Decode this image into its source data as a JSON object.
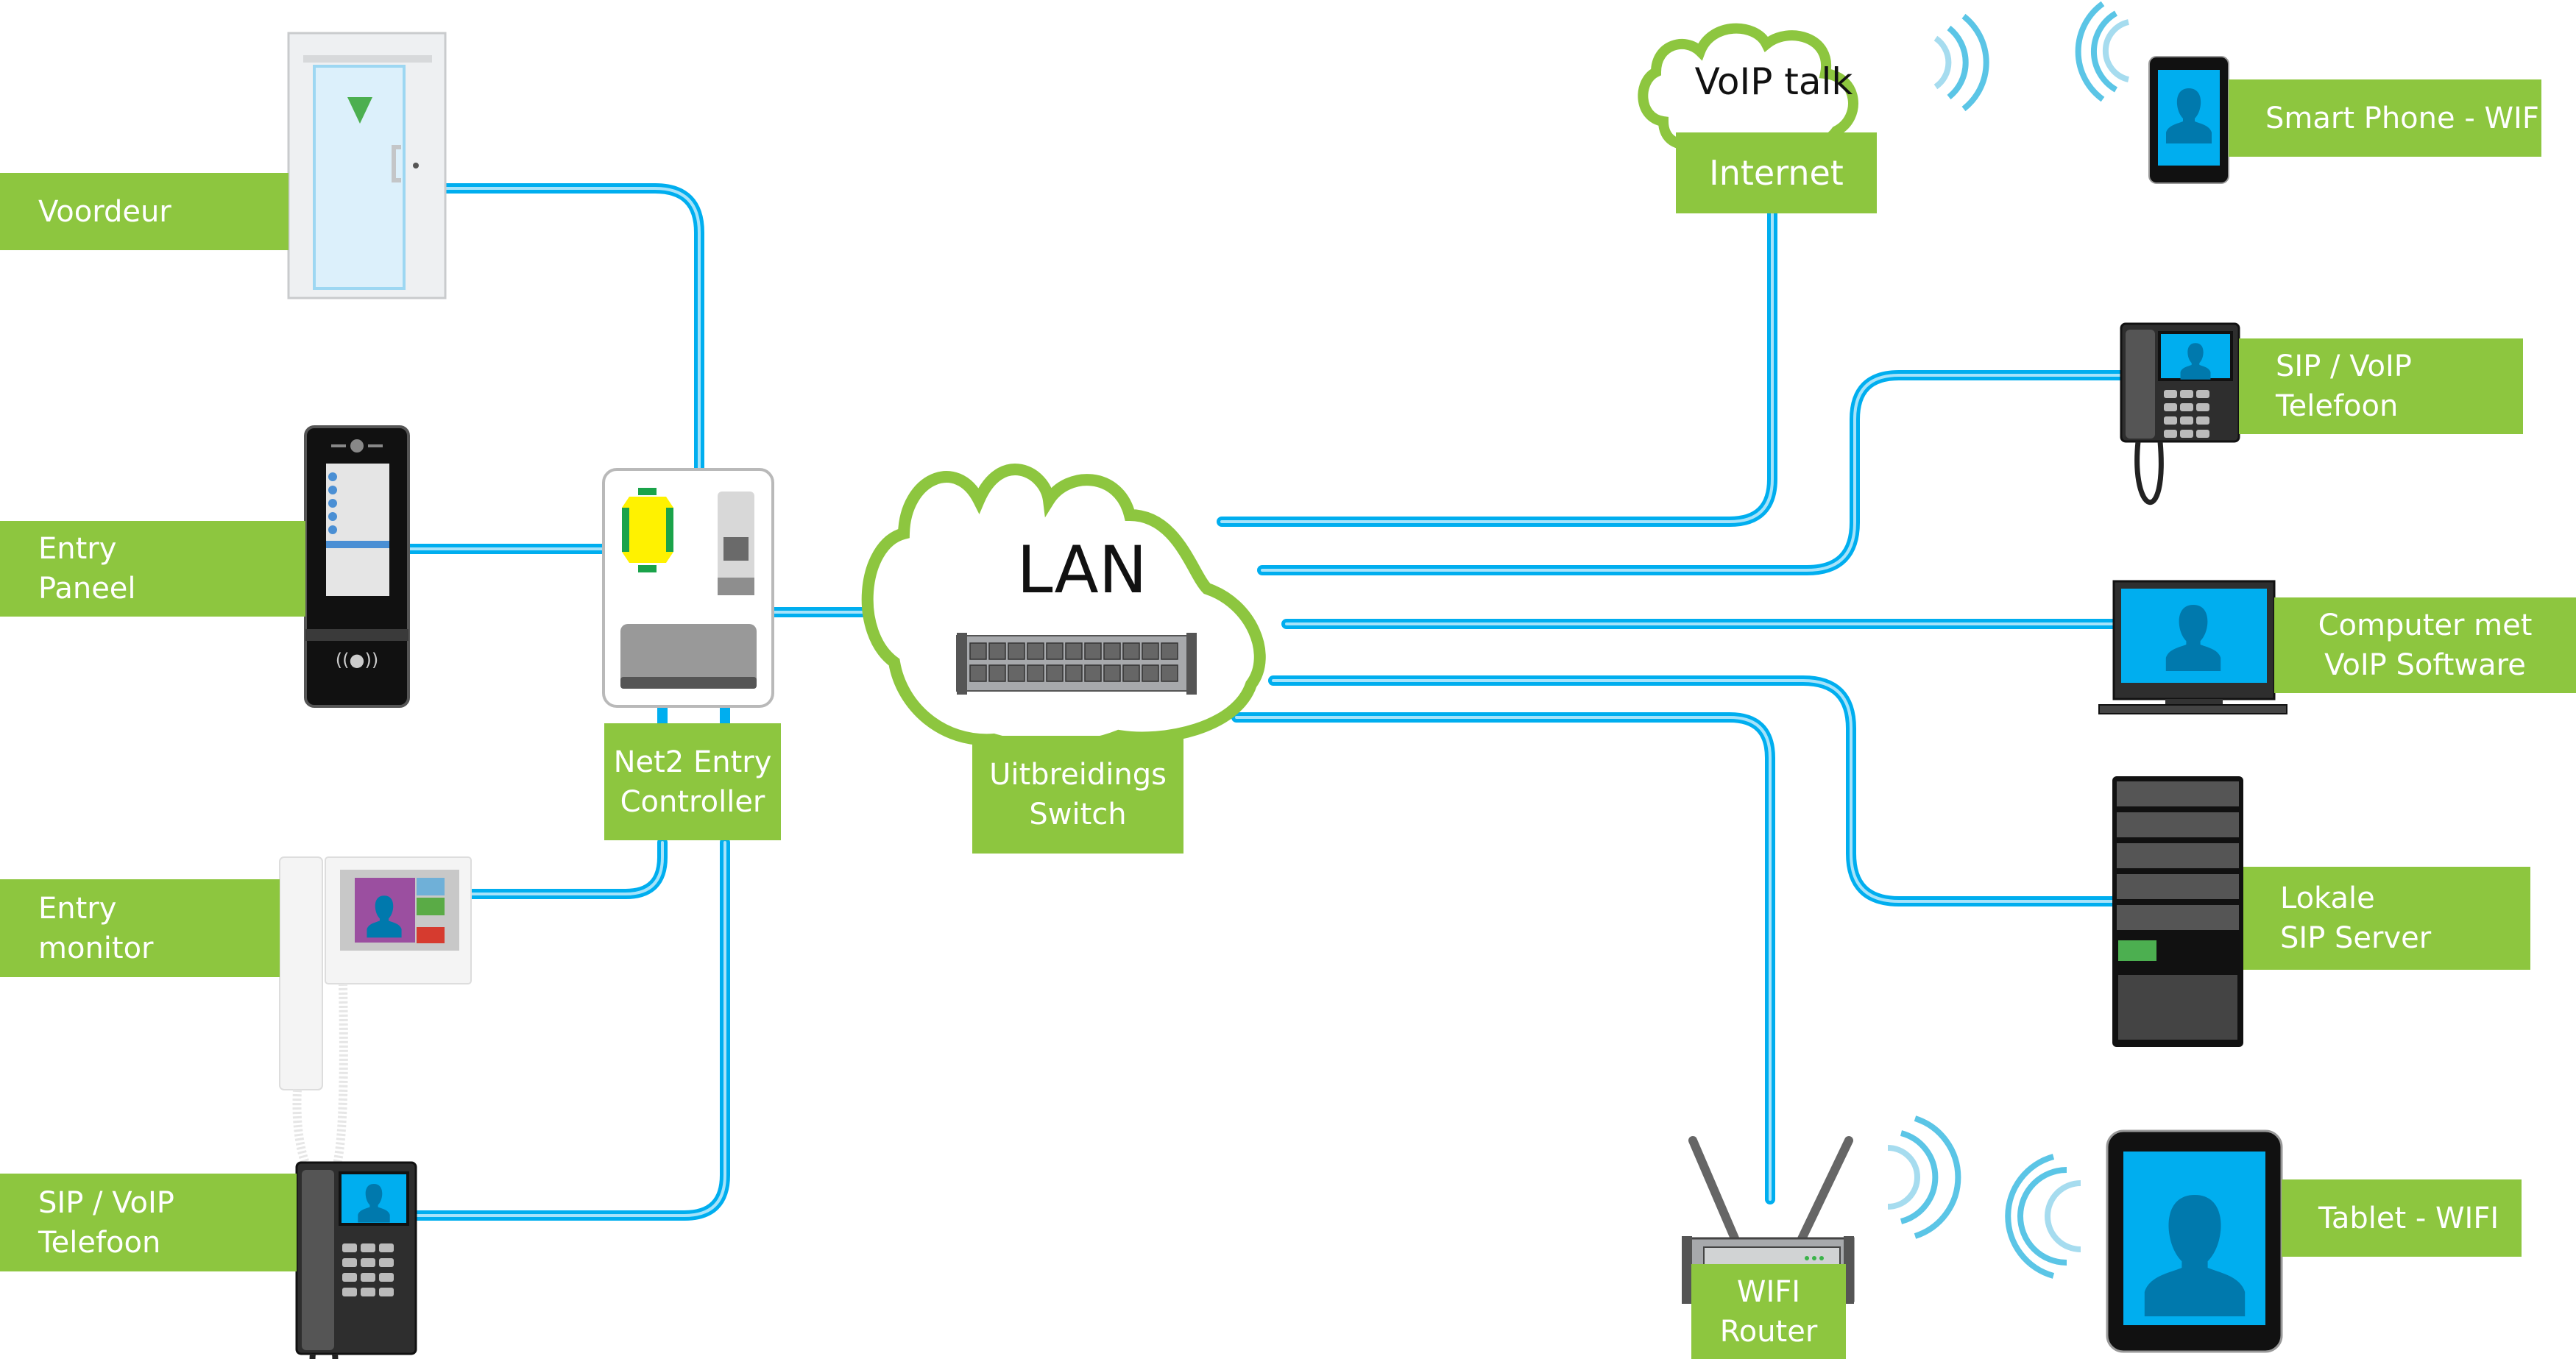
{
  "diagram": {
    "title": "Net2 Entry VoIP network",
    "colors": {
      "label_green": "#8dc63f",
      "cable_blue": "#00aeef",
      "cable_highlight": "#a6e3fa",
      "wifi_wave": "#5bc5e6"
    },
    "hubs": {
      "controller": {
        "line1": "Net2 Entry",
        "line2": "Controller"
      },
      "lan": {
        "cloud_text": "LAN",
        "line1": "Uitbreidings",
        "line2": "Switch"
      },
      "internet": {
        "cloud_text": "VoIP talk",
        "label": "Internet"
      },
      "router": {
        "line1": "WIFI",
        "line2": "Router"
      }
    },
    "left_devices": [
      {
        "id": "door",
        "line1": "Voordeur",
        "line2": ""
      },
      {
        "id": "entry-panel",
        "line1": "Entry",
        "line2": "Paneel"
      },
      {
        "id": "entry-monitor",
        "line1": "Entry",
        "line2": "monitor"
      },
      {
        "id": "sip-phone-left",
        "line1": "SIP / VoIP",
        "line2": "Telefoon"
      }
    ],
    "right_devices": [
      {
        "id": "smartphone",
        "line1": "Smart Phone - WIFI",
        "line2": ""
      },
      {
        "id": "sip-phone-right",
        "line1": "SIP / VoIP",
        "line2": "Telefoon"
      },
      {
        "id": "computer",
        "line1": "Computer met",
        "line2": "VoIP Software"
      },
      {
        "id": "sip-server",
        "line1": "Lokale",
        "line2": "SIP Server"
      },
      {
        "id": "tablet",
        "line1": "Tablet - WIFI",
        "line2": ""
      }
    ],
    "connections": [
      {
        "from": "Voordeur",
        "to": "Net2 Entry Controller",
        "type": "cable"
      },
      {
        "from": "Entry Paneel",
        "to": "Net2 Entry Controller",
        "type": "cable"
      },
      {
        "from": "Entry monitor",
        "to": "Net2 Entry Controller",
        "type": "cable"
      },
      {
        "from": "SIP / VoIP Telefoon",
        "to": "Net2 Entry Controller",
        "type": "cable"
      },
      {
        "from": "Net2 Entry Controller",
        "to": "LAN",
        "type": "cable"
      },
      {
        "from": "LAN",
        "to": "Internet",
        "type": "cable"
      },
      {
        "from": "LAN",
        "to": "SIP / VoIP Telefoon",
        "type": "cable"
      },
      {
        "from": "LAN",
        "to": "Computer met VoIP Software",
        "type": "cable"
      },
      {
        "from": "LAN",
        "to": "Lokale SIP Server",
        "type": "cable"
      },
      {
        "from": "LAN",
        "to": "WIFI Router",
        "type": "cable"
      },
      {
        "from": "Internet",
        "to": "Smart Phone - WIFI",
        "type": "wireless"
      },
      {
        "from": "WIFI Router",
        "to": "Tablet - WIFI",
        "type": "wireless"
      }
    ]
  }
}
